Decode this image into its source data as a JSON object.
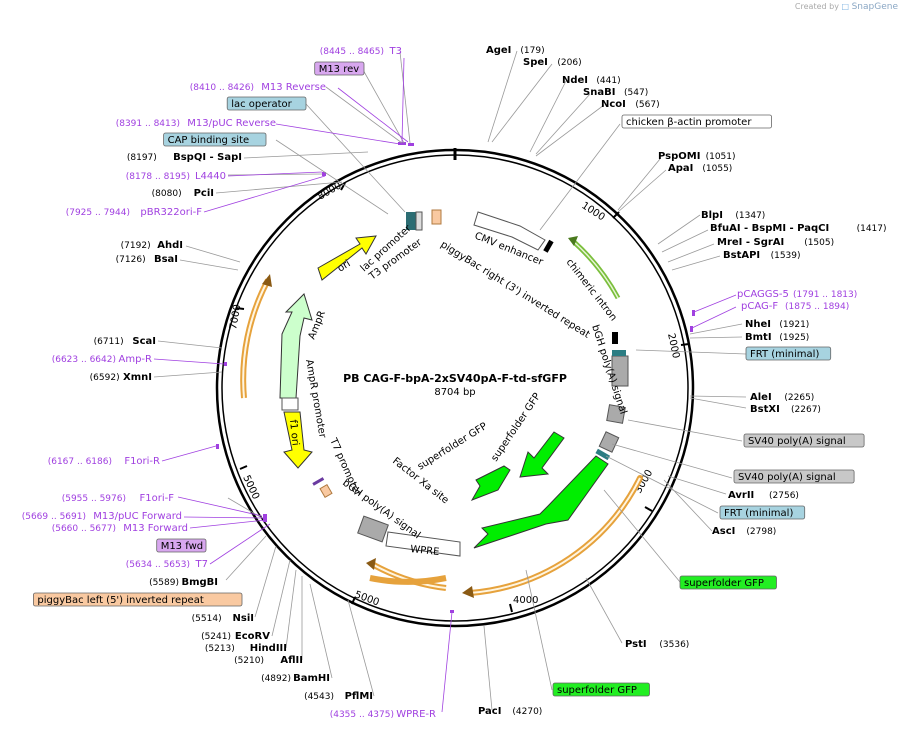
{
  "credit": {
    "prefix": "Created by",
    "brand": "SnapGene"
  },
  "plasmid": {
    "name": "PB CAG-F-bpA-2xSV40pA-F-td-sfGFP",
    "size": "8704 bp"
  },
  "ticks": [
    "1000",
    "2000",
    "3000",
    "4000",
    "5000",
    "5000",
    "7000",
    "8000"
  ],
  "left_labels": [
    {
      "coords": "(8445 .. 8465)",
      "name": "T3",
      "kind": "primer"
    },
    {
      "name": "M13 rev",
      "kind": "box-purple"
    },
    {
      "coords": "(8410 .. 8426)",
      "name": "M13 Reverse",
      "kind": "primer"
    },
    {
      "name": "lac operator",
      "kind": "box-blue"
    },
    {
      "coords": "(8391 .. 8413)",
      "name": "M13/pUC Reverse",
      "kind": "primer"
    },
    {
      "name": "CAP binding site",
      "kind": "box-blue"
    },
    {
      "coords": "(8197)",
      "name": "BspQI - SapI",
      "kind": "enzyme"
    },
    {
      "coords": "(8178 .. 8195)",
      "name": "L4440",
      "kind": "primer"
    },
    {
      "coords": "(8080)",
      "name": "PciI",
      "kind": "enzyme"
    },
    {
      "coords": "(7925 .. 7944)",
      "name": "pBR322ori-F",
      "kind": "primer"
    },
    {
      "coords": "(7192)",
      "name": "AhdI",
      "kind": "enzyme"
    },
    {
      "coords": "(7126)",
      "name": "BsaI",
      "kind": "enzyme"
    },
    {
      "coords": "(6711)",
      "name": "ScaI",
      "kind": "enzyme"
    },
    {
      "coords": "(6623 .. 6642)",
      "name": "Amp-R",
      "kind": "primer"
    },
    {
      "coords": "(6592)",
      "name": "XmnI",
      "kind": "enzyme"
    },
    {
      "coords": "(6167 .. 6186)",
      "name": "F1ori-R",
      "kind": "primer"
    },
    {
      "coords": "(5955 .. 5976)",
      "name": "F1ori-F",
      "kind": "primer"
    },
    {
      "coords": "(5669 .. 5691)",
      "name": "M13/pUC Forward",
      "kind": "primer"
    },
    {
      "coords": "(5660 .. 5677)",
      "name": "M13 Forward",
      "kind": "primer"
    },
    {
      "name": "M13 fwd",
      "kind": "box-purple"
    },
    {
      "coords": "(5634 .. 5653)",
      "name": "T7",
      "kind": "primer"
    },
    {
      "coords": "(5589)",
      "name": "BmgBI",
      "kind": "enzyme"
    },
    {
      "name": "piggyBac left (5') inverted repeat",
      "kind": "box-orange"
    },
    {
      "coords": "(5514)",
      "name": "NsiI",
      "kind": "enzyme"
    },
    {
      "coords": "(5241)",
      "name": "EcoRV",
      "kind": "enzyme"
    },
    {
      "coords": "(5213)",
      "name": "HindIII",
      "kind": "enzyme"
    },
    {
      "coords": "(5210)",
      "name": "AflII",
      "kind": "enzyme"
    },
    {
      "coords": "(4892)",
      "name": "BamHI",
      "kind": "enzyme"
    },
    {
      "coords": "(4543)",
      "name": "PflMI",
      "kind": "enzyme"
    },
    {
      "coords": "(4355 .. 4375)",
      "name": "WPRE-R",
      "kind": "primer"
    }
  ],
  "right_labels": [
    {
      "name": "AgeI",
      "coords": "(179)",
      "kind": "enzyme"
    },
    {
      "name": "SpeI",
      "coords": "(206)",
      "kind": "enzyme"
    },
    {
      "name": "NdeI",
      "coords": "(441)",
      "kind": "enzyme"
    },
    {
      "name": "SnaBI",
      "coords": "(547)",
      "kind": "enzyme"
    },
    {
      "name": "NcoI",
      "coords": "(567)",
      "kind": "enzyme"
    },
    {
      "name": "chicken β-actin promoter",
      "kind": "box-white"
    },
    {
      "name": "PspOMI",
      "coords": "(1051)",
      "kind": "enzyme"
    },
    {
      "name": "ApaI",
      "coords": "(1055)",
      "kind": "enzyme"
    },
    {
      "name": "BlpI",
      "coords": "(1347)",
      "kind": "enzyme"
    },
    {
      "name": "BfuAI - BspMI - PaqCI",
      "coords": "(1417)",
      "kind": "enzyme"
    },
    {
      "name": "MreI - SgrAI",
      "coords": "(1505)",
      "kind": "enzyme"
    },
    {
      "name": "BstAPI",
      "coords": "(1539)",
      "kind": "enzyme"
    },
    {
      "name": "pCAGGS-5",
      "coords": "(1791 .. 1813)",
      "kind": "primer"
    },
    {
      "name": "pCAG-F",
      "coords": "(1875 .. 1894)",
      "kind": "primer"
    },
    {
      "name": "NheI",
      "coords": "(1921)",
      "kind": "enzyme"
    },
    {
      "name": "BmtI",
      "coords": "(1925)",
      "kind": "enzyme"
    },
    {
      "name": "FRT (minimal)",
      "kind": "box-blue"
    },
    {
      "name": "AleI",
      "coords": "(2265)",
      "kind": "enzyme"
    },
    {
      "name": "BstXI",
      "coords": "(2267)",
      "kind": "enzyme"
    },
    {
      "name": "SV40 poly(A) signal",
      "kind": "box-gray"
    },
    {
      "name": "SV40 poly(A) signal",
      "kind": "box-gray"
    },
    {
      "name": "AvrII",
      "coords": "(2756)",
      "kind": "enzyme"
    },
    {
      "name": "FRT (minimal)",
      "kind": "box-blue"
    },
    {
      "name": "AscI",
      "coords": "(2798)",
      "kind": "enzyme"
    },
    {
      "name": "superfolder GFP",
      "kind": "box-green"
    },
    {
      "name": "PstI",
      "coords": "(3536)",
      "kind": "enzyme"
    },
    {
      "name": "superfolder GFP",
      "kind": "box-green"
    },
    {
      "name": "PacI",
      "coords": "(4270)",
      "kind": "enzyme"
    }
  ],
  "inner_labels": [
    "CMV enhancer",
    "chimeric intron",
    "bGH poly(A) signal",
    "piggyBac right (3') inverted repeat",
    "superfolder GFP",
    "superfolder GFP",
    "Factor Xa site",
    "WPRE",
    "bGH poly(A) signal",
    "T7 promoter",
    "AmpR promoter",
    "AmpR",
    "ori",
    "f1 ori",
    "lac promoter",
    "T3 promoter"
  ],
  "colors": {
    "primer": "#a040e0",
    "enzyme": "#000000",
    "box_blue": "#a7d3e0",
    "box_purple": "#d8a7ef",
    "box_orange": "#f9c9a1",
    "box_gray": "#c8c8c8",
    "box_green": "#22ee22",
    "ori_yellow": "#ffff00",
    "ampr": "#ccffcc",
    "sfgfp": "#00ee00",
    "orange_arc": "#e6a23c"
  }
}
